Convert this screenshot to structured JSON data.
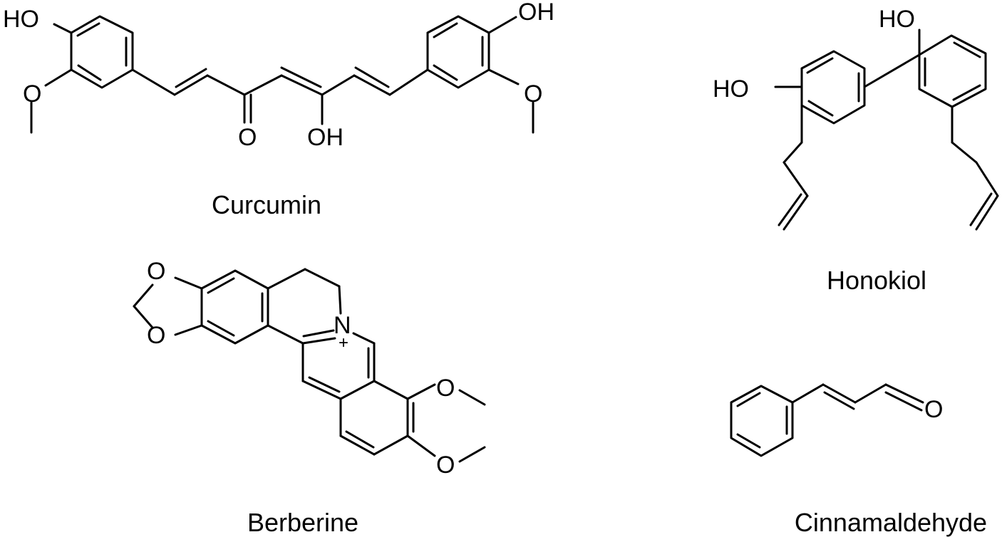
{
  "molecules": {
    "curcumin": {
      "name": "Curcumin",
      "atoms": {
        "ho_left": "HO",
        "o_methoxy_left": "O",
        "o_keto": "O",
        "oh_enol": "OH",
        "oh_right": "OH",
        "o_methoxy_right": "O"
      }
    },
    "honokiol": {
      "name": "Honokiol",
      "atoms": {
        "oh_top": "HO",
        "ho_left": "HO"
      }
    },
    "berberine": {
      "name": "Berberine",
      "atoms": {
        "o_diox_top": "O",
        "o_diox_bottom": "O",
        "n": "N",
        "n_charge": "+",
        "o_methoxy_top": "O",
        "o_methoxy_bottom": "O"
      }
    },
    "cinnamaldehyde": {
      "name": "Cinnamaldehyde",
      "atoms": {
        "o_aldehyde": "O"
      }
    }
  }
}
